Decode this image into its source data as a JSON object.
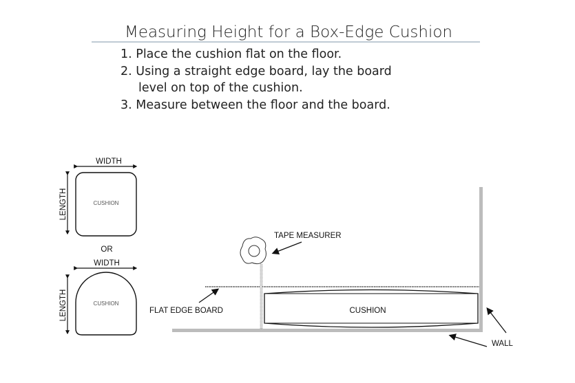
{
  "title": "Measuring Height for a Box-Edge Cushion",
  "steps": [
    "1. Place the cushion flat on the floor.",
    "2. Using a straight edge board, lay the board",
    "level on top of the cushion.",
    "3. Measure between the floor and the board."
  ],
  "shapes": {
    "width_label": "WIDTH",
    "length_label": "LENGTH",
    "cushion_label": "CUSHION",
    "or_label": "OR"
  },
  "side_view": {
    "tape_label": "TAPE MEASURER",
    "board_label": "FLAT EDGE BOARD",
    "cushion_label": "CUSHION",
    "wall_label": "WALL"
  },
  "colors": {
    "underline": "#7f95a8",
    "floor": "#bcbcbc"
  }
}
